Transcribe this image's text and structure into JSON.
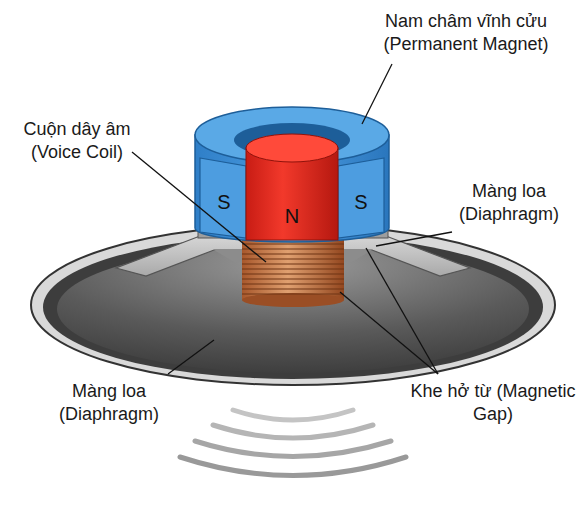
{
  "diagram": {
    "labels": [
      "Nam châm vĩnh cửu (Permanent Magnet)",
      "Cuộn dây âm (Voice Coil)",
      "Màng loa (Diaphragm)",
      "Màng loa (Diaphragm)",
      "Khe hở từ (Magnetic Gap)",
      "S",
      "N",
      "S"
    ]
  }
}
